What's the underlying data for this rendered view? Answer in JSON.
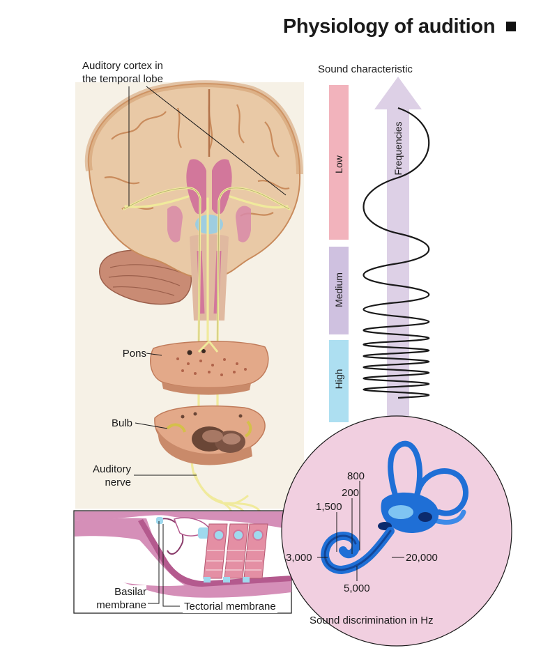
{
  "title": "Physiology of audition",
  "labels": {
    "auditory_cortex": "Auditory cortex in\nthe temporal lobe",
    "pons": "Pons",
    "bulb": "Bulb",
    "auditory_nerve": "Auditory\nnerve",
    "basilar_membrane": "Basilar\nmembrane",
    "tectorial_membrane": "Tectorial membrane"
  },
  "sound_characteristic": {
    "heading": "Sound characteristic",
    "bands": [
      {
        "label": "Low",
        "color": "#ee9aa6"
      },
      {
        "label": "Medium",
        "color": "#c7b6da"
      },
      {
        "label": "High",
        "color": "#9fd9ee"
      }
    ],
    "arrow_label": "Frequencies",
    "arrow_color": "#ddd0e6"
  },
  "cochlea": {
    "caption": "Sound discrimination in Hz",
    "frequencies": [
      "800",
      "200",
      "1,500",
      "3,000",
      "5,000",
      "20,000"
    ],
    "bg_color": "#f1cfe0",
    "organ_color": "#1f6fd6"
  },
  "colors": {
    "panel_bg": "#f6f1e6",
    "brain_tissue": "#e9c9a6",
    "brain_outline": "#c98b5c",
    "ventricle": "#d2779b",
    "nerve": "#f0ea9c"
  }
}
